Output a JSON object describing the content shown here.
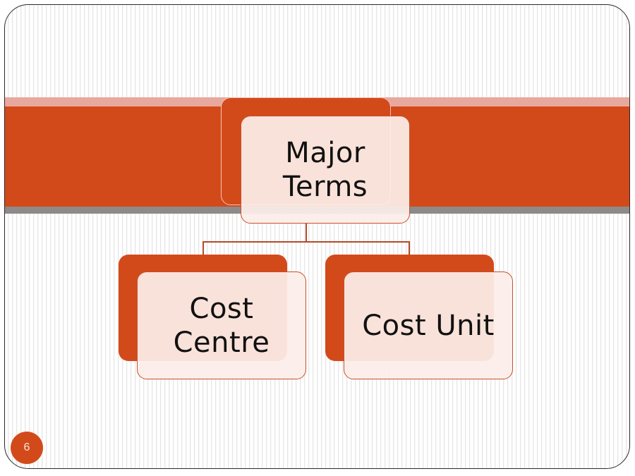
{
  "slide": {
    "page_number": "6",
    "colors": {
      "accent": "#d34a1a",
      "band_top": "#e8a89e",
      "band_bottom": "#8e8a8a",
      "card_fill": "#fceee9",
      "card_border": "#c8502a",
      "connector": "#b34a2a"
    }
  },
  "diagram": {
    "root": {
      "label_line1": "Major",
      "label_line2": "Terms"
    },
    "children": [
      {
        "label_line1": "Cost",
        "label_line2": "Centre"
      },
      {
        "label_line1": "Cost Unit"
      }
    ]
  }
}
